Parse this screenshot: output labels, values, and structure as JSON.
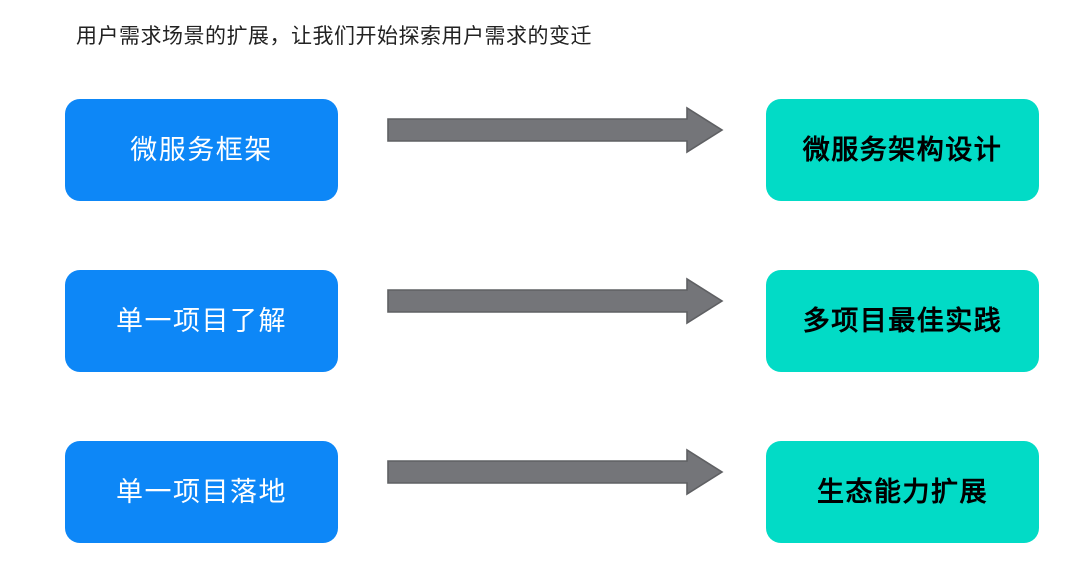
{
  "slide": {
    "background_color": "#ffffff",
    "heading": "用户需求场景的扩展，让我们开始探索用户需求的变迁",
    "colors": {
      "source_box": "#0d87f7",
      "source_label": "#ffffff",
      "target_box": "#02dbc6",
      "target_label": "#000000",
      "arrow_fill": "#747579",
      "arrow_stroke": "#5f6063",
      "heading_text": "#222222"
    },
    "rows": [
      {
        "source": "微服务框架",
        "arrow": "right-arrow-icon",
        "target": "微服务架构设计"
      },
      {
        "source": "单一项目了解",
        "arrow": "right-arrow-icon",
        "target": "多项目最佳实践"
      },
      {
        "source": "单一项目落地",
        "arrow": "right-arrow-icon",
        "target": "生态能力扩展"
      }
    ]
  }
}
